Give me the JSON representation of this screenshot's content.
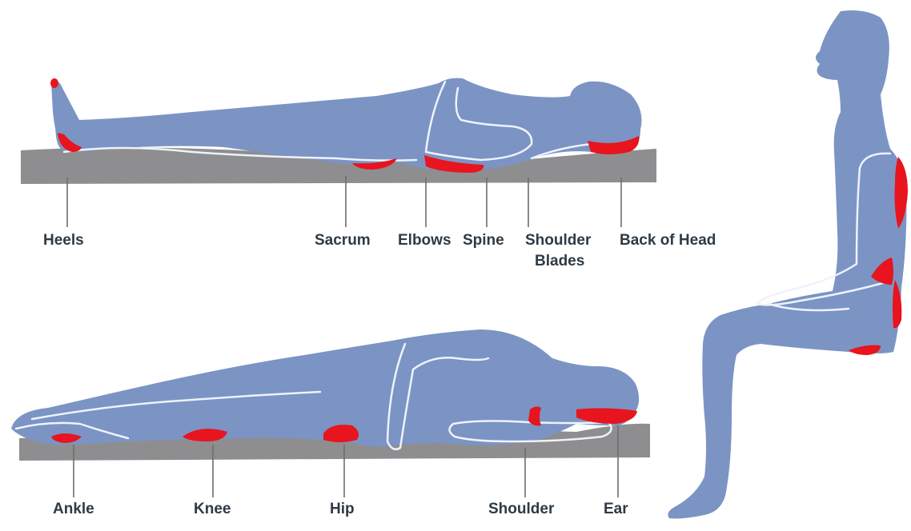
{
  "colors": {
    "body": "#7b94c4",
    "pressure_point": "#e8141e",
    "mattress": "#8e8e90",
    "label_text": "#2f3a45",
    "background": "#ffffff"
  },
  "supine": {
    "labels": {
      "heels": "Heels",
      "sacrum": "Sacrum",
      "elbows": "Elbows",
      "spine": "Spine",
      "shoulder_blades_line1": "Shoulder",
      "shoulder_blades_line2": "Blades",
      "back_of_head": "Back of Head"
    }
  },
  "side_lying": {
    "labels": {
      "ankle": "Ankle",
      "knee": "Knee",
      "hip": "Hip",
      "shoulder": "Shoulder",
      "ear": "Ear"
    }
  }
}
